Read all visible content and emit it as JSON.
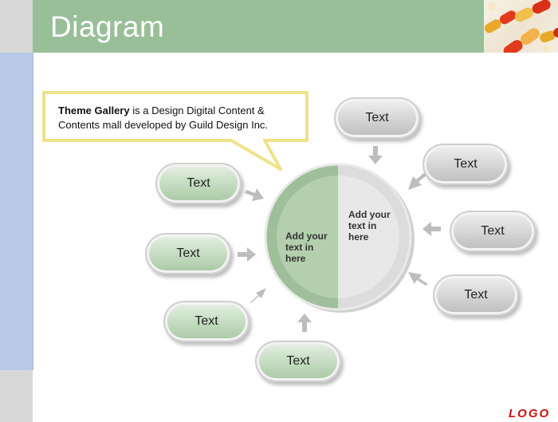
{
  "header": {
    "title": "Diagram"
  },
  "callout": {
    "bold": "Theme Gallery",
    "text": " is a Design Digital Content & Contents mall developed by Guild Design Inc."
  },
  "center": {
    "left_text": "Add your text in here",
    "right_text": "Add your text in here"
  },
  "pills_left": [
    {
      "label": "Text"
    },
    {
      "label": "Text"
    },
    {
      "label": "Text"
    },
    {
      "label": "Text"
    }
  ],
  "pills_right": [
    {
      "label": "Text"
    },
    {
      "label": "Text"
    },
    {
      "label": "Text"
    },
    {
      "label": "Text"
    }
  ],
  "footer": {
    "logo": "LOGO"
  },
  "colors": {
    "header_green": "#99bf99",
    "side_blue": "#b7c9e6",
    "pill_green": "#b8d3b3",
    "pill_grey": "#d0d0d0",
    "logo_red": "#cc1111"
  }
}
